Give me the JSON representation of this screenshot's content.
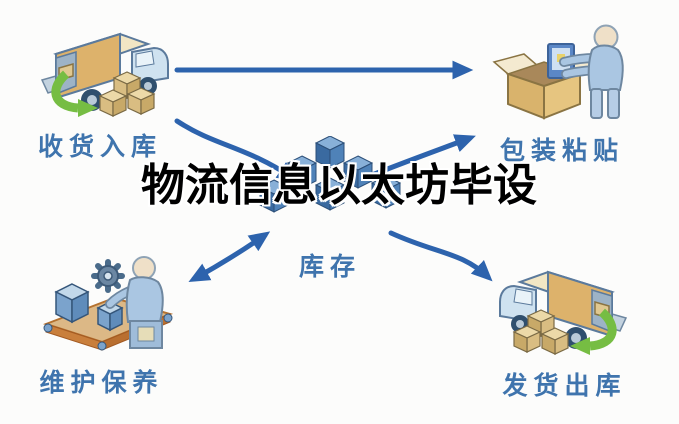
{
  "title": {
    "text": "物流信息以太坊毕设"
  },
  "diagram": {
    "nodes": [
      {
        "id": "receiving",
        "label": "收货入库",
        "icon": "truck-unload-icon",
        "position": "top-left"
      },
      {
        "id": "packing",
        "label": "包装粘贴",
        "icon": "person-packing-icon",
        "position": "top-right"
      },
      {
        "id": "inventory",
        "label": "库存",
        "icon": "box-stack-icon",
        "position": "center"
      },
      {
        "id": "maintenance",
        "label": "维护保养",
        "icon": "workbench-icon",
        "position": "bottom-left"
      },
      {
        "id": "shipping",
        "label": "发货出库",
        "icon": "truck-load-icon",
        "position": "bottom-right"
      }
    ],
    "connections": [
      {
        "from": "receiving",
        "to": "packing",
        "style": "straight",
        "heads": 1
      },
      {
        "from": "receiving",
        "to": "inventory",
        "style": "curved",
        "heads": 1
      },
      {
        "from": "inventory",
        "to": "packing",
        "style": "curved",
        "heads": 1
      },
      {
        "from": "inventory",
        "to": "maintenance",
        "style": "double-headed",
        "heads": 2
      },
      {
        "from": "inventory",
        "to": "shipping",
        "style": "curved",
        "heads": 1
      }
    ]
  },
  "colors": {
    "arrow_blue": "#2d63ad",
    "label_blue": "#3f74ad",
    "title_black": "#000000",
    "cube_top": "#88b0d8",
    "cube_left": "#3a6aa0",
    "cube_right": "#4f82b8",
    "carton_tan": "#d9b36c",
    "carton_top": "#f2e6c4",
    "cab_blue": "#cfe2f0",
    "green_arrow": "#76bd43",
    "platform_brown": "#c97f3c",
    "person_blue": "#aac6e2",
    "background": "#fcfcfb"
  }
}
